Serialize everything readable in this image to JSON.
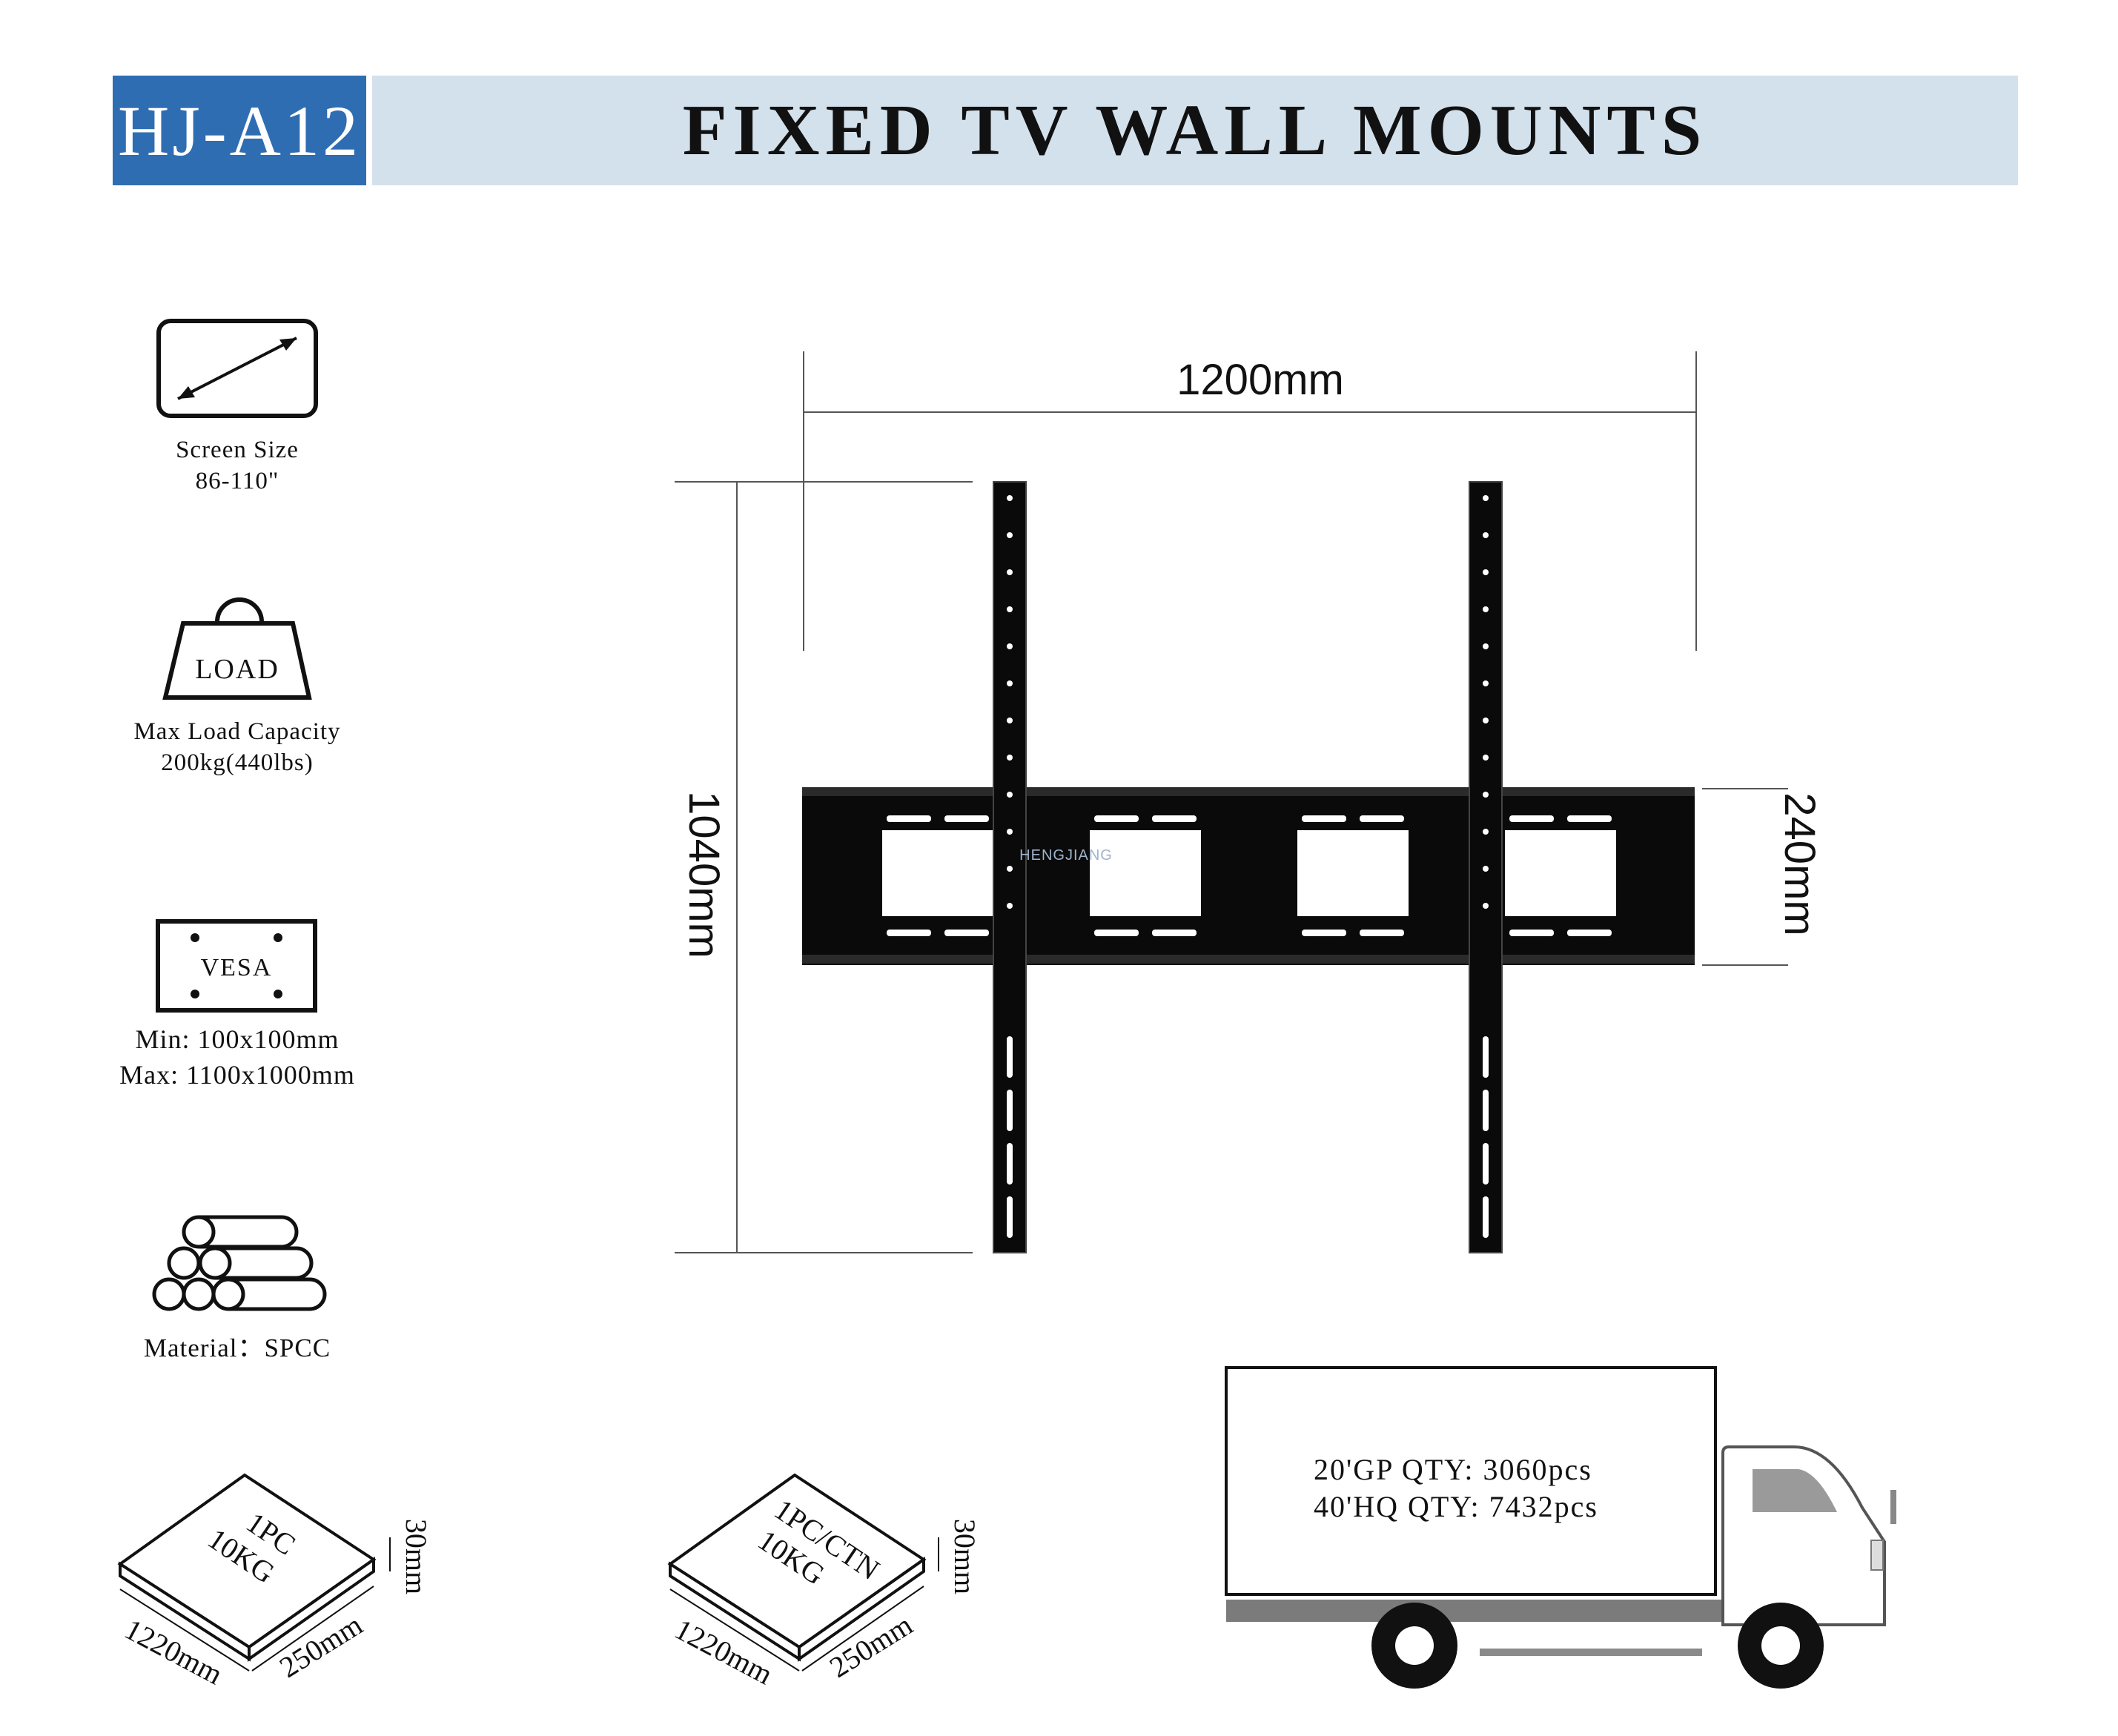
{
  "header": {
    "model_code": "HJ-A12",
    "title": "FIXED TV WALL MOUNTS"
  },
  "features": {
    "screen_size": {
      "icon": "screen-diagonal-icon",
      "label": "Screen Size",
      "value": "86-110\""
    },
    "load": {
      "icon": "weight-load-icon",
      "icon_text": "LOAD",
      "label": "Max Load Capacity",
      "value": "200kg(440lbs)"
    },
    "vesa": {
      "icon": "vesa-pattern-icon",
      "icon_text": "VESA",
      "min": "Min: 100x100mm",
      "max": "Max: 1100x1000mm"
    },
    "material": {
      "icon": "steel-pipes-icon",
      "label": "Material：SPCC"
    }
  },
  "diagram": {
    "width_dim": "1200mm",
    "height_dim": "1040mm",
    "rail_dim": "240mm",
    "logo_text": "HENGJIANG",
    "mount_color": "#0a0a0a"
  },
  "packaging": {
    "box1": {
      "line1": "1PC",
      "line2": "10KG",
      "length": "1220mm",
      "width": "250mm",
      "height": "30mm"
    },
    "box2": {
      "line1": "1PC/CTN",
      "line2": "10KG",
      "length": "1220mm",
      "width": "250mm",
      "height": "30mm"
    }
  },
  "shipping": {
    "qty_20gp": "20'GP QTY: 3060pcs",
    "qty_40hq": "40'HQ QTY: 7432pcs"
  }
}
